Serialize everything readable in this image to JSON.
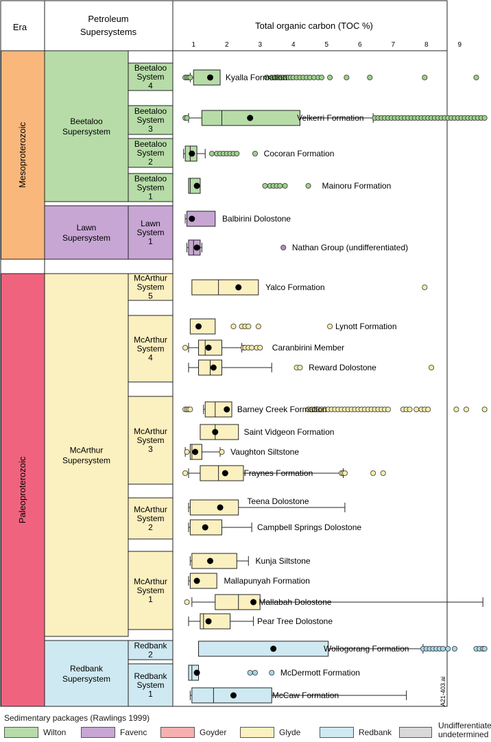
{
  "colors": {
    "meso": "#f9b77c",
    "paleo": "#f0637e",
    "wilton": "#b7dca8",
    "favenc": "#c8a6d4",
    "goyder": "#f7b0b0",
    "glyde": "#fbf0c0",
    "redbank": "#cfe9f2",
    "undiff": "#d9d9d9",
    "wilton_dot": "#9fd08c",
    "favenc_dot": "#b689c6",
    "glyde_dot": "#f8eba8",
    "redbank_dot": "#a8d5e8"
  },
  "header": {
    "era": "Era",
    "super_line1": "Petroleum",
    "super_line2": "Supersystems",
    "toc_title": "Total organic carbon (TOC %)"
  },
  "eras": [
    {
      "label": "Mesoproterozoic",
      "color": "meso"
    },
    {
      "label": "Paleoproterozoic",
      "color": "paleo"
    }
  ],
  "supersystems": [
    {
      "line1": "Beetaloo",
      "line2": "Supersystem",
      "color": "wilton"
    },
    {
      "line1": "Lawn",
      "line2": "Supersystem",
      "color": "favenc"
    },
    {
      "line1": "McArthur",
      "line2": "Supersystem",
      "color": "glyde"
    },
    {
      "line1": "Redbank",
      "line2": "Supersystem",
      "color": "redbank"
    }
  ],
  "systems": [
    {
      "lines": [
        "Beetaloo",
        "System",
        "4"
      ],
      "color": "wilton"
    },
    {
      "lines": [
        "Beetaloo",
        "System",
        "3"
      ],
      "color": "wilton"
    },
    {
      "lines": [
        "Beetaloo",
        "System",
        "2"
      ],
      "color": "wilton"
    },
    {
      "lines": [
        "Beetaloo",
        "System",
        "1"
      ],
      "color": "wilton"
    },
    {
      "lines": [
        "Lawn",
        "System",
        "1"
      ],
      "color": "favenc"
    },
    {
      "lines": [
        "McArthur",
        "System",
        "5"
      ],
      "color": "glyde"
    },
    {
      "lines": [
        "McArthur",
        "System",
        "4"
      ],
      "color": "glyde"
    },
    {
      "lines": [
        "McArthur",
        "System",
        "3"
      ],
      "color": "glyde"
    },
    {
      "lines": [
        "McArthur",
        "System",
        "2"
      ],
      "color": "glyde"
    },
    {
      "lines": [
        "McArthur",
        "System",
        "1"
      ],
      "color": "glyde"
    },
    {
      "lines": [
        "Redbank",
        "2"
      ],
      "color": "redbank"
    },
    {
      "lines": [
        "Redbank",
        "System",
        "1"
      ],
      "color": "redbank"
    }
  ],
  "file_tag": "A21-403.ai",
  "chart_data": {
    "type": "boxplot",
    "title": "Total organic carbon (TOC %)",
    "x_ticks": [
      1,
      2,
      3,
      4,
      5,
      6,
      7,
      8,
      9
    ],
    "xlim": [
      0.7,
      9.8
    ],
    "grid": false,
    "formations": [
      {
        "name": "Kyalla Formation",
        "color": "wilton",
        "wmin": 0.9,
        "q1": 1.0,
        "median": 1.0,
        "q3": 1.8,
        "wmax": 1.8,
        "mean": 1.5,
        "label_at": 1.9,
        "outliers": [
          0.75,
          0.8,
          0.85,
          0.9,
          3.2,
          3.35,
          3.45,
          3.55,
          3.62,
          3.7,
          3.78,
          3.85,
          3.92,
          4.0,
          4.1,
          4.2,
          4.3,
          4.4,
          4.5,
          4.62,
          4.75,
          4.85,
          5.1,
          5.6,
          6.3,
          7.95,
          9.5
        ]
      },
      {
        "name": "Velkerri Formation",
        "color": "wilton",
        "wmin": 0.85,
        "q1": 1.25,
        "median": 1.85,
        "q3": 4.2,
        "wmax": 6.4,
        "mean": 2.7,
        "label_at": 4.05,
        "outliers": [
          0.75,
          0.8,
          6.45,
          6.55,
          6.65,
          6.75,
          6.85,
          6.95,
          7.05,
          7.15,
          7.25,
          7.35,
          7.45,
          7.55,
          7.65,
          7.75,
          7.85,
          7.95,
          8.05,
          8.15,
          8.25,
          8.35,
          8.45,
          8.55,
          8.65,
          8.75,
          8.85,
          8.95,
          9.05,
          9.15,
          9.25,
          9.35,
          9.45,
          9.55,
          9.65,
          9.75
        ]
      },
      {
        "name": "Cocoran Formation",
        "color": "wilton",
        "wmin": 0.7,
        "q1": 0.75,
        "median": 0.9,
        "q3": 1.1,
        "wmax": 1.35,
        "mean": 0.95,
        "label_at": 3.05,
        "outliers": [
          1.55,
          1.7,
          1.8,
          1.9,
          2.0,
          2.1,
          2.2,
          2.3,
          2.85
        ]
      },
      {
        "name": "Mainoru Formation",
        "color": "wilton",
        "wmin": 0.85,
        "q1": 0.85,
        "median": 0.9,
        "q3": 1.2,
        "wmax": 1.2,
        "mean": 1.1,
        "label_at": 4.8,
        "outliers": [
          3.15,
          3.3,
          3.4,
          3.5,
          3.6,
          3.75,
          4.45
        ]
      },
      {
        "name": "Balbirini Dolostone",
        "color": "favenc",
        "wmin": 0.75,
        "q1": 0.8,
        "median": 0.8,
        "q3": 1.65,
        "wmax": 1.65,
        "mean": 0.95,
        "label_at": 1.8,
        "outliers": []
      },
      {
        "name": "Nathan Group (undifferentiated)",
        "color": "favenc",
        "wmin": 0.8,
        "q1": 0.85,
        "median": 1.0,
        "q3": 1.2,
        "wmax": 1.25,
        "mean": 1.1,
        "label_at": 3.9,
        "outliers": [
          3.7
        ]
      },
      {
        "name": "Yalco Formation",
        "color": "glyde",
        "wmin": 0.95,
        "q1": 0.95,
        "median": 1.75,
        "q3": 2.95,
        "wmax": 2.95,
        "mean": 2.35,
        "label_at": 3.1,
        "outliers": [
          7.95
        ]
      },
      {
        "name": "Lynott Formation",
        "color": "glyde",
        "wmin": 0.9,
        "q1": 0.9,
        "median": 0.9,
        "q3": 1.65,
        "wmax": 1.65,
        "mean": 1.15,
        "label_at": 5.2,
        "outliers": [
          2.2,
          2.45,
          2.55,
          2.65,
          2.95,
          5.1
        ]
      },
      {
        "name": "Caranbirini Member",
        "color": "glyde",
        "wmin": 0.85,
        "q1": 1.15,
        "median": 1.35,
        "q3": 1.85,
        "wmax": 2.45,
        "mean": 1.45,
        "label_at": 3.3,
        "outliers": [
          0.75,
          2.5,
          2.55,
          2.65,
          2.75,
          2.9,
          3.0
        ]
      },
      {
        "name": "Reward Dolostone",
        "color": "glyde",
        "wmin": 0.85,
        "q1": 1.15,
        "median": 1.5,
        "q3": 1.85,
        "wmax": 3.35,
        "mean": 1.6,
        "label_at": 4.4,
        "outliers": [
          4.1,
          4.2,
          8.15
        ]
      },
      {
        "name": "Barney Creek Formation",
        "color": "glyde",
        "wmin": 1.3,
        "q1": 1.35,
        "median": 1.65,
        "q3": 2.15,
        "wmax": 2.15,
        "mean": 2.0,
        "label_at": 2.25,
        "outliers": [
          0.75,
          0.8,
          0.85,
          0.9,
          4.45,
          4.55,
          4.65,
          4.75,
          4.85,
          4.95,
          5.05,
          5.15,
          5.25,
          5.35,
          5.45,
          5.55,
          5.65,
          5.75,
          5.85,
          5.95,
          6.05,
          6.15,
          6.25,
          6.35,
          6.45,
          6.55,
          6.65,
          6.75,
          6.85,
          7.3,
          7.4,
          7.5,
          7.7,
          7.85,
          7.95,
          8.05,
          8.9,
          9.2,
          9.75
        ]
      },
      {
        "name": "Saint Vidgeon Formation",
        "color": "glyde",
        "wmin": 1.2,
        "q1": 1.2,
        "median": 1.65,
        "q3": 2.35,
        "wmax": 2.35,
        "mean": 1.65,
        "label_at": 2.45,
        "outliers": []
      },
      {
        "name": "Vaughton Siltstone",
        "color": "glyde",
        "wmin": 0.75,
        "q1": 0.9,
        "median": 0.95,
        "q3": 1.25,
        "wmax": 1.8,
        "mean": 1.05,
        "label_at": 2.05,
        "outliers": [
          0.8,
          1.85
        ]
      },
      {
        "name": "Fraynes Formation",
        "color": "glyde",
        "wmin": 0.85,
        "q1": 1.2,
        "median": 1.75,
        "q3": 2.5,
        "wmax": 5.5,
        "mean": 1.95,
        "label_at": 2.45,
        "outliers": [
          0.75,
          5.45,
          5.5,
          5.55,
          6.4,
          6.7
        ]
      },
      {
        "name": "Teena Dolostone",
        "color": "glyde",
        "wmin": 0.85,
        "q1": 0.9,
        "median": 0.9,
        "q3": 2.35,
        "wmax": 5.55,
        "mean": 1.8,
        "label_at": 2.55,
        "outliers": []
      },
      {
        "name": "Campbell Springs Dolostone",
        "color": "glyde",
        "wmin": 0.85,
        "q1": 0.9,
        "median": 0.9,
        "q3": 1.85,
        "wmax": 2.75,
        "mean": 1.35,
        "label_at": 2.85,
        "outliers": []
      },
      {
        "name": "Kunja Siltstone",
        "color": "glyde",
        "wmin": 0.9,
        "q1": 0.95,
        "median": 0.95,
        "q3": 2.3,
        "wmax": 2.65,
        "mean": 1.5,
        "label_at": 2.8,
        "outliers": []
      },
      {
        "name": "Mallapunyah Formation",
        "color": "glyde",
        "wmin": 0.85,
        "q1": 0.9,
        "median": 0.9,
        "q3": 1.7,
        "wmax": 1.7,
        "mean": 1.1,
        "label_at": 1.85,
        "outliers": []
      },
      {
        "name": "Mallabah Dolostone",
        "color": "glyde",
        "wmin": 0.95,
        "q1": 1.65,
        "median": 2.35,
        "q3": 3.0,
        "wmax": 9.7,
        "mean": 2.8,
        "label_at": 2.9,
        "outliers": [
          0.8
        ]
      },
      {
        "name": "Pear Tree Dolostone",
        "color": "glyde",
        "wmin": 0.85,
        "q1": 1.2,
        "median": 1.3,
        "q3": 2.1,
        "wmax": 2.8,
        "mean": 1.45,
        "label_at": 2.85,
        "outliers": []
      },
      {
        "name": "Wollogorang Formation",
        "color": "redbank",
        "wmin": 1.15,
        "q1": 1.15,
        "median": 1.15,
        "q3": 5.05,
        "wmax": 7.9,
        "mean": 3.4,
        "label_at": 4.85,
        "outliers": [
          7.9,
          8.0,
          8.1,
          8.2,
          8.3,
          8.4,
          8.5,
          8.65,
          8.85,
          9.5,
          9.6,
          9.7,
          9.75
        ]
      },
      {
        "name": "McDermott Formation",
        "color": "redbank",
        "wmin": 0.85,
        "q1": 0.85,
        "median": 0.95,
        "q3": 1.15,
        "wmax": 1.15,
        "mean": 1.1,
        "label_at": 3.55,
        "outliers": [
          2.7,
          2.85,
          3.35
        ]
      },
      {
        "name": "McCaw Formation",
        "color": "redbank",
        "wmin": 0.9,
        "q1": 0.95,
        "median": 1.6,
        "q3": 3.35,
        "wmax": 7.4,
        "mean": 2.2,
        "label_at": 3.3,
        "outliers": []
      }
    ]
  },
  "legend": {
    "title": "Sedimentary packages (Rawlings 1999)",
    "items": [
      {
        "label": "Wilton",
        "color": "wilton"
      },
      {
        "label": "Favenc",
        "color": "favenc"
      },
      {
        "label": "Goyder",
        "color": "goyder"
      },
      {
        "label": "Glyde",
        "color": "glyde"
      },
      {
        "label": "Redbank",
        "color": "redbank"
      },
      {
        "label": "Undifferentiated/ undetermined",
        "color": "undiff"
      }
    ]
  }
}
